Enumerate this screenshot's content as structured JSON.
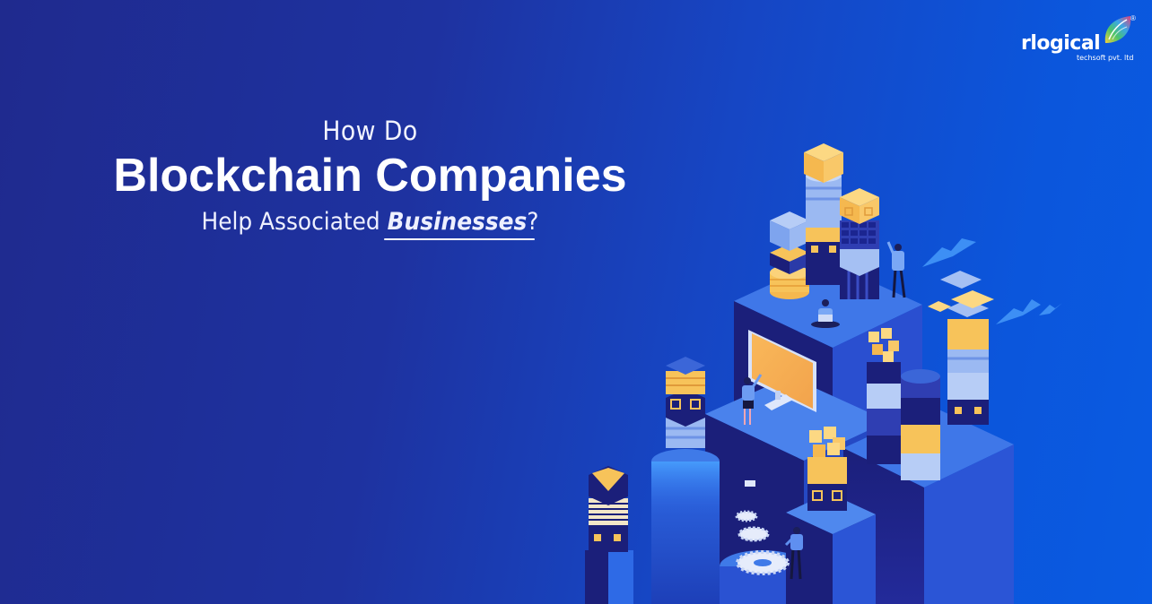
{
  "headline": {
    "line1": "How Do",
    "line2": "Blockchain Companies",
    "line3_prefix": "Help Associated ",
    "line3_emphasis": "Businesses",
    "line3_suffix": "?"
  },
  "logo": {
    "wordmark": "rlogical",
    "tagline": "techsoft pvt. ltd",
    "registered": "®"
  },
  "illustration": {
    "subject": "isometric blockchain network with block towers, people, monitor, gears and cloud shapes",
    "icons": [
      "block-tower",
      "person-pointing",
      "person-with-laptop",
      "monitor",
      "gear",
      "envelope",
      "cloud"
    ]
  },
  "colors": {
    "bg_left": "#1f2a8e",
    "bg_right": "#0a5be2",
    "accent_yellow": "#f7c35a",
    "light_blue": "#8fb4f2",
    "dark_navy": "#1b1f7a",
    "platform_blue": "#3f77e8",
    "cloud_blue": "#3d8ff5",
    "text": "#ffffff"
  }
}
